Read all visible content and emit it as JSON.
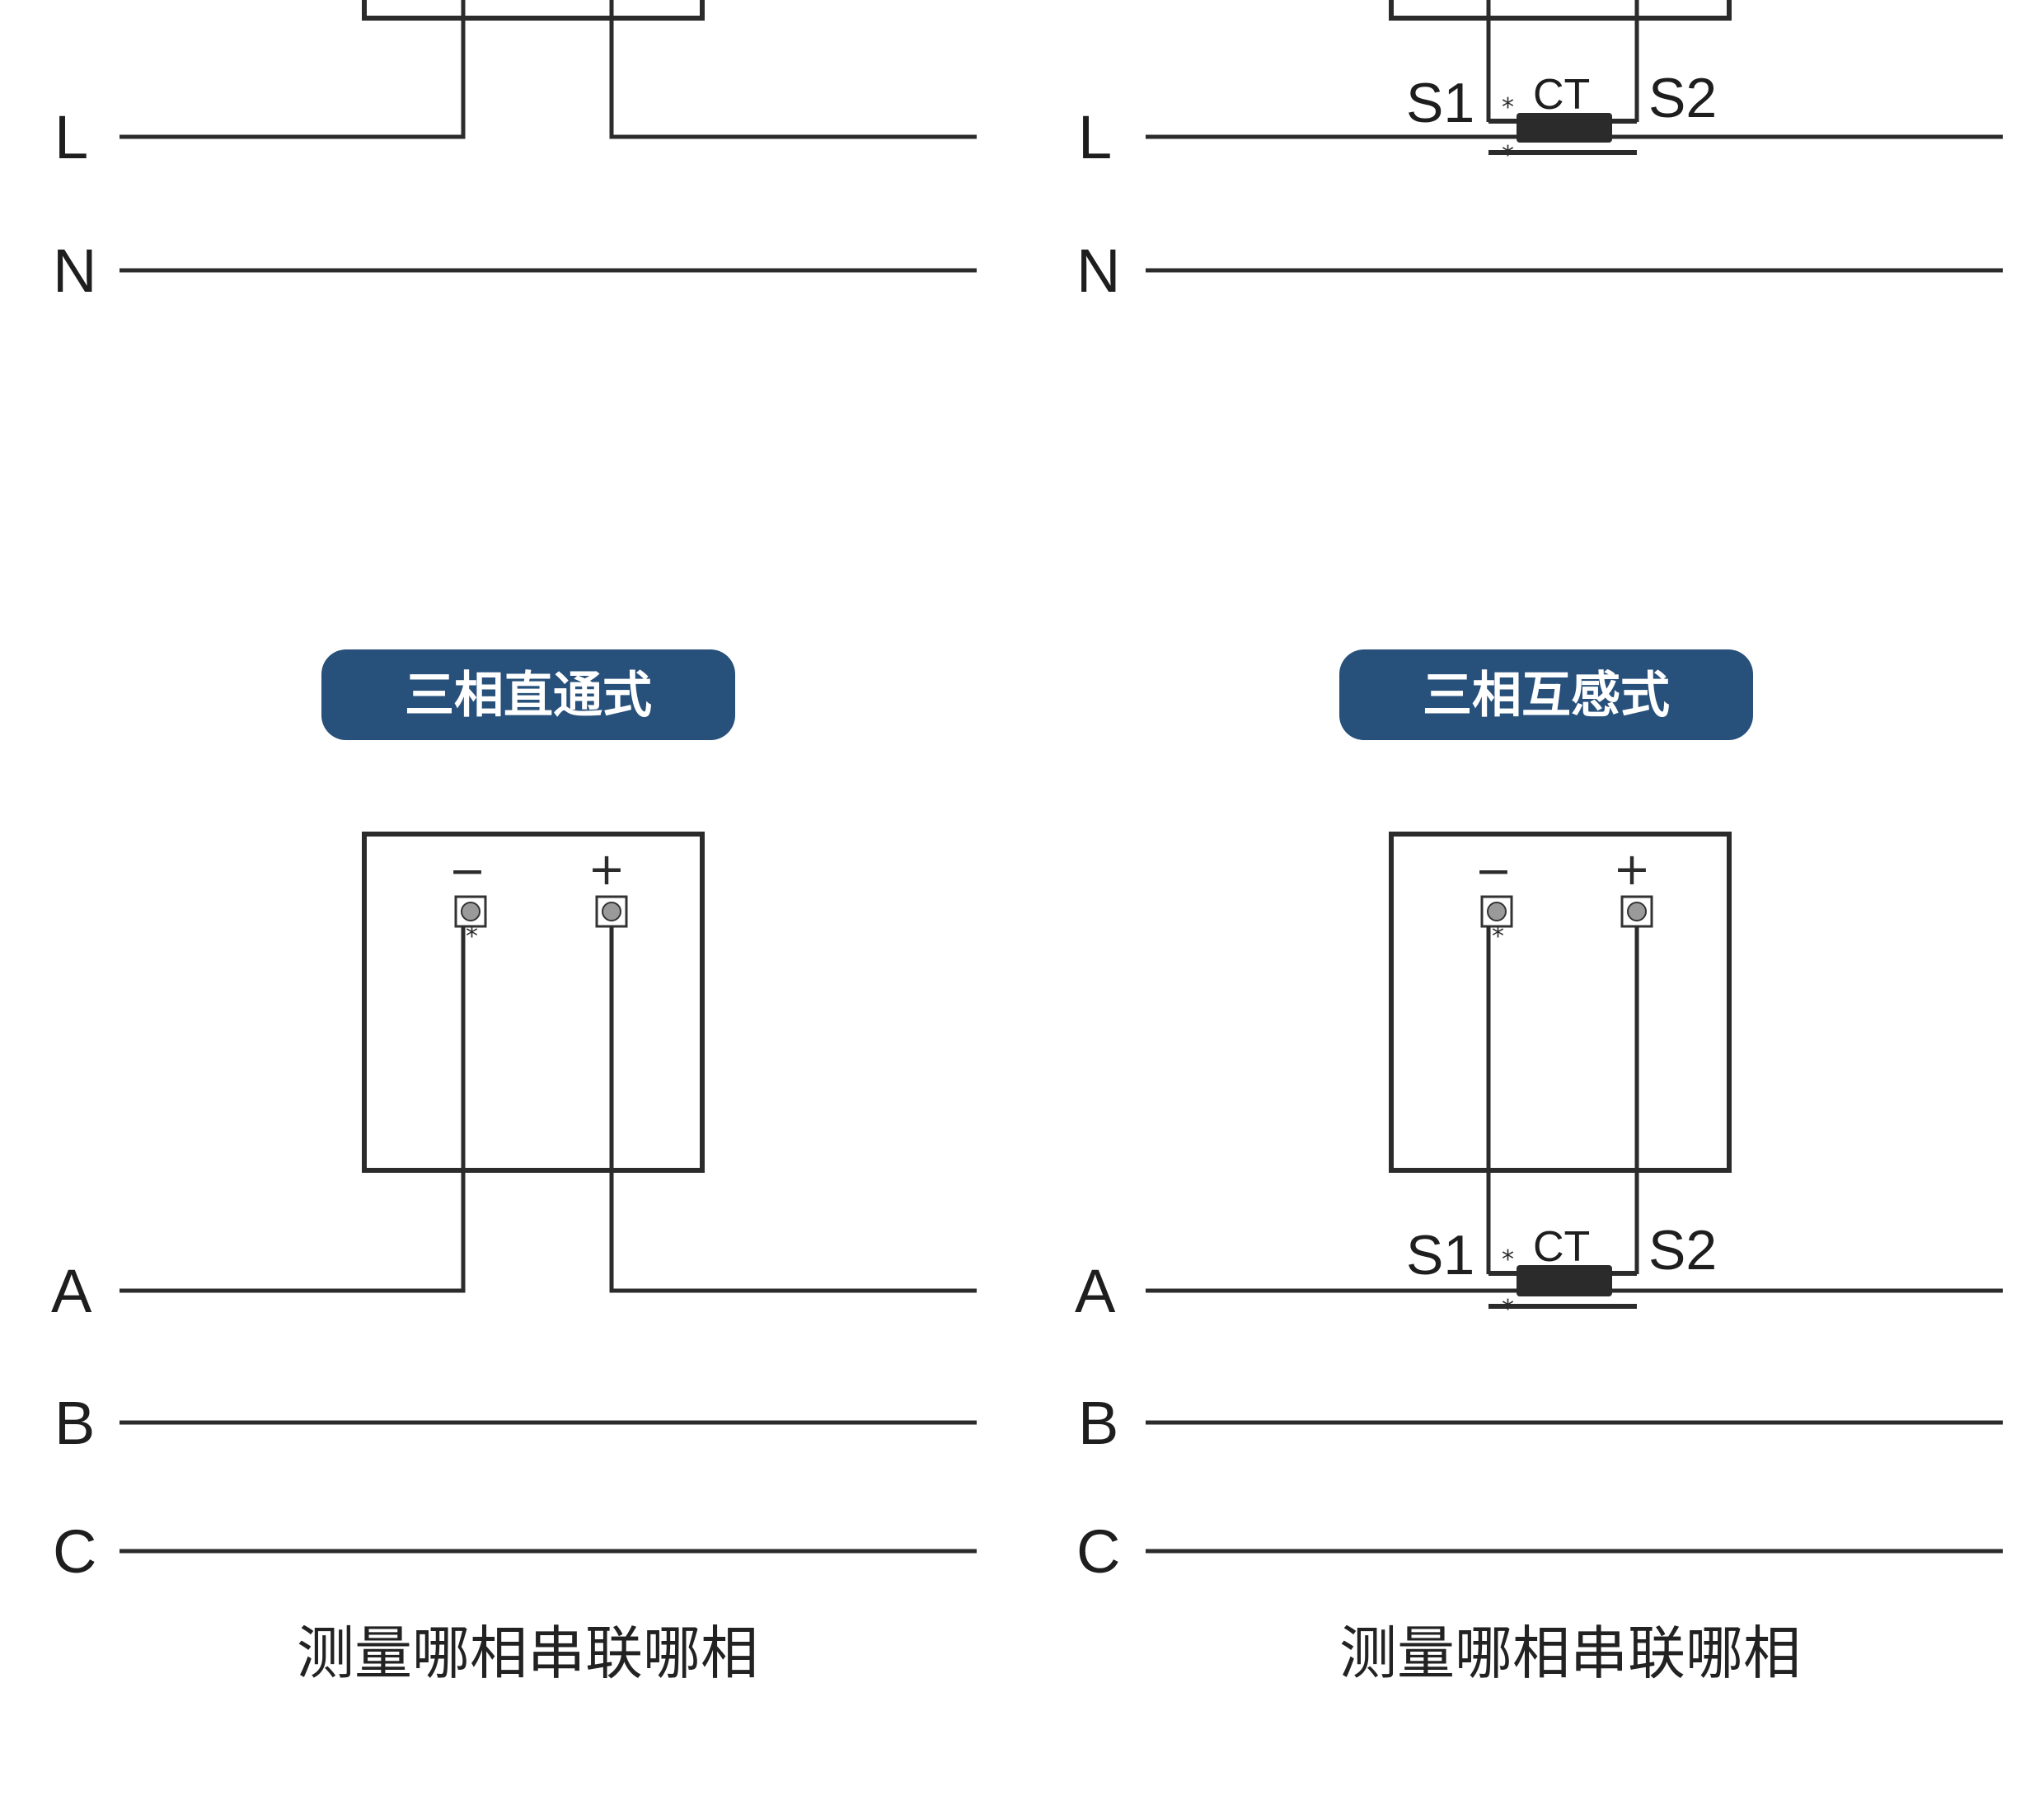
{
  "single_phase": {
    "direct": {
      "line_labels": [
        "L",
        "N"
      ]
    },
    "ct": {
      "line_labels": [
        "L",
        "N"
      ],
      "ct_label": "CT",
      "s1_label": "S1",
      "s2_label": "S2"
    }
  },
  "three_phase": {
    "direct": {
      "title": "三相直通式",
      "minus_label": "−",
      "plus_label": "+",
      "line_labels": [
        "A",
        "B",
        "C"
      ],
      "note": "测量哪相串联哪相"
    },
    "ct": {
      "title": "三相互感式",
      "minus_label": "−",
      "plus_label": "+",
      "line_labels": [
        "A",
        "B",
        "C"
      ],
      "ct_label": "CT",
      "s1_label": "S1",
      "s2_label": "S2",
      "note": "测量哪相串联哪相"
    }
  },
  "colors": {
    "caption_bg": "#27507a",
    "line": "#2b2b2b"
  },
  "icons": {
    "terminal": "terminal-screw-icon",
    "polarity_mark": "star-icon"
  }
}
